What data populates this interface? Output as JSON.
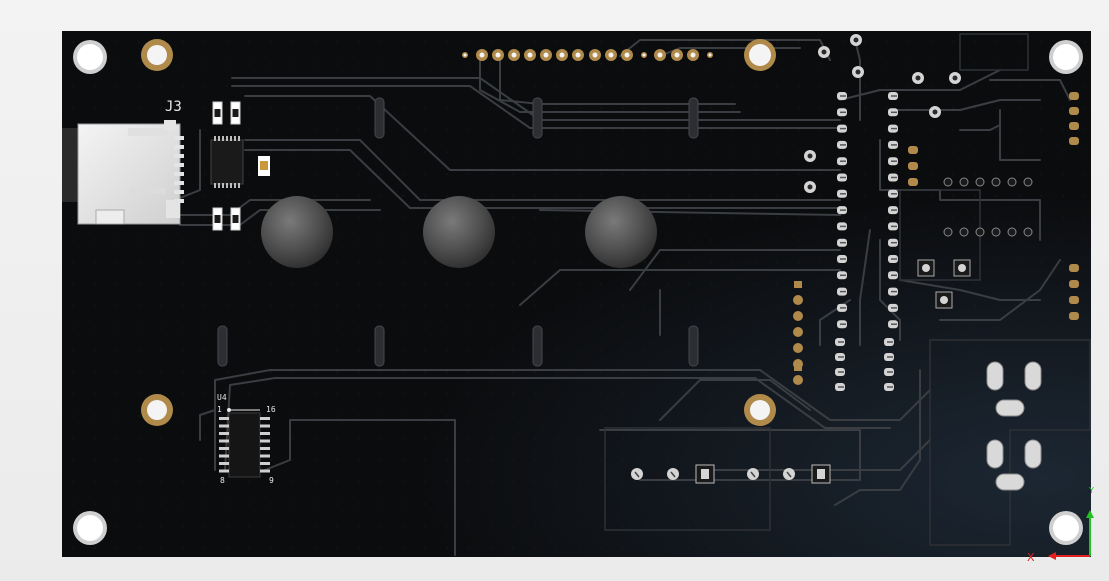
{
  "board": {
    "designators": {
      "j3": "J3",
      "u4": "U4"
    },
    "pin_labels": {
      "pin1": "1",
      "pin16": "16",
      "pin8": "8",
      "pin9": "9"
    }
  },
  "colors": {
    "background": "#efefef",
    "board": "#0b0c0e",
    "copper": "#b08a4a",
    "silkscreen": "#e8e8e8",
    "trace": "#3a3d42",
    "axis_x": "#e22020",
    "axis_y": "#22c022"
  },
  "axis_gizmo": {
    "x_label": "X",
    "y_label": "Y"
  }
}
